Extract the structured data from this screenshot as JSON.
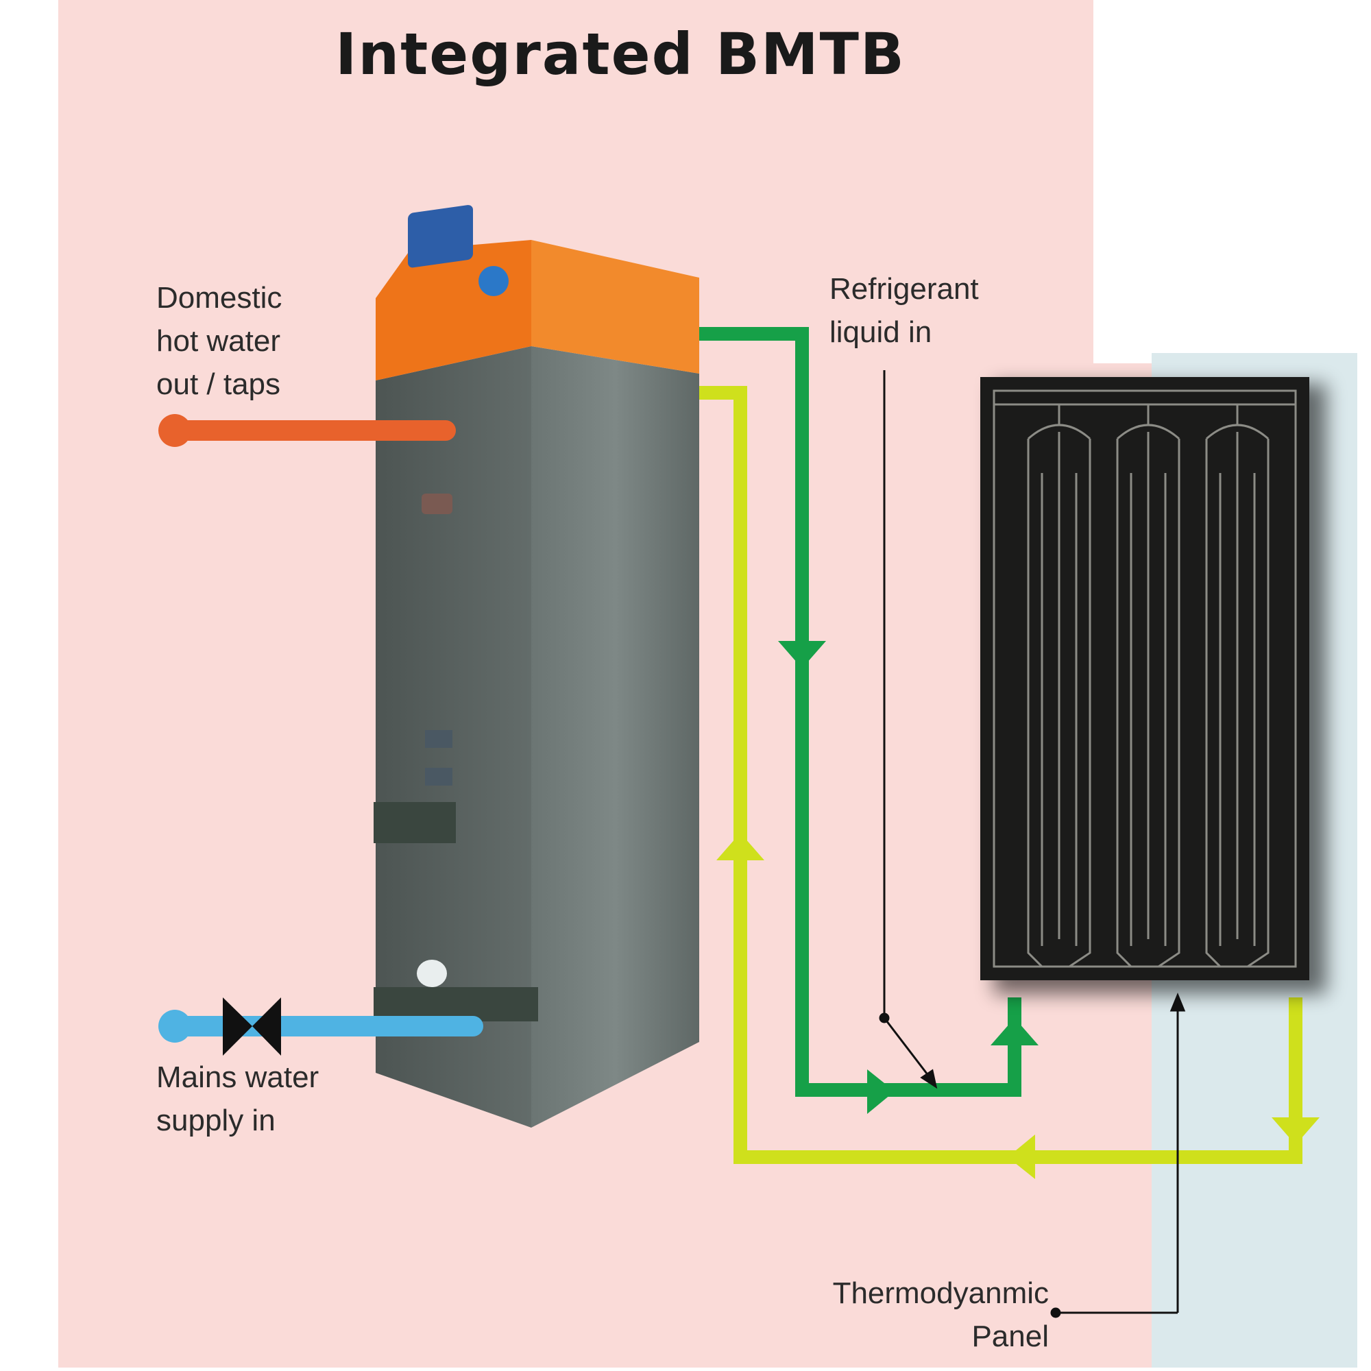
{
  "title": "Integrated BMTB",
  "labels": {
    "hot_water_out": "Domestic\nhot water\nout / taps",
    "mains_water_in": "Mains water\nsupply in",
    "refrigerant_in": "Refrigerant\nliquid in",
    "panel": "Thermodyanmic\nPanel"
  },
  "colors": {
    "background": "#fadbd8",
    "hot_pipe": "#e8622c",
    "cold_pipe": "#4fb3e3",
    "refrigerant_in_pipe": "#16a048",
    "refrigerant_out_pipe": "#cfe01c",
    "tank_body": "#5b6462",
    "tank_top": "#f07a1c",
    "panel": "#1b1b1a"
  },
  "icons": [
    "valve-icon",
    "flow-arrow-icon"
  ]
}
